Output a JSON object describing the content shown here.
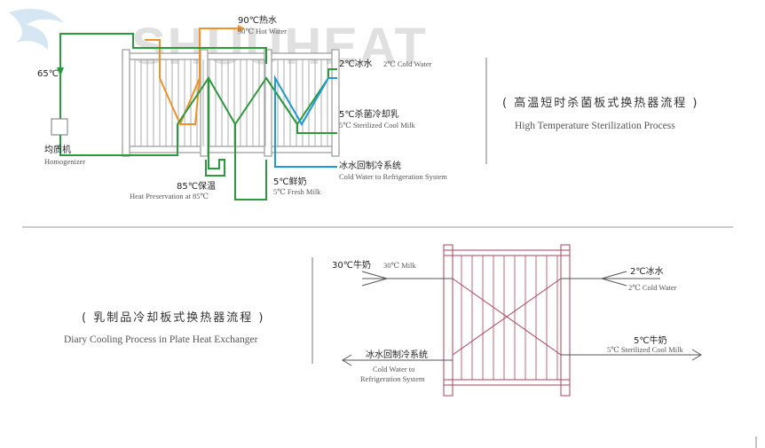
{
  "watermark": {
    "text": "SHUUHEAT"
  },
  "colors": {
    "green": "#2a9a3c",
    "orange": "#f0922a",
    "blue": "#1a9ad8",
    "frame": "#999999",
    "red_frame": "#b0405a",
    "line": "#555555"
  },
  "process1": {
    "title_cn": "( 高温短时杀菌板式换热器流程 )",
    "title_en": "High Temperature Sterilization Process",
    "labels": {
      "t65": "65℃",
      "hot_water_cn": "90℃热水",
      "hot_water_en": "90℃ Hot Water",
      "cold_water_cn": "2℃冰水",
      "cold_water_en": "2℃ Cold Water",
      "sterilized_cn": "5℃杀菌冷却乳",
      "sterilized_en": "5℃ Sterilized Cool Milk",
      "refrig_cn": "冰水回制冷系统",
      "refrig_en": "Cold Water to Refrigeration System",
      "fresh_cn": "5℃鲜奶",
      "fresh_en": "5℃ Fresh Milk",
      "heat_cn": "85℃保温",
      "heat_en": "Heat Preservation at 85℃",
      "homog_cn": "均质机",
      "homog_en": "Homogenizer"
    }
  },
  "process2": {
    "title_cn": "( 乳制品冷却板式换热器流程 )",
    "title_en": "Diary Cooling Process in Plate Heat Exchanger",
    "labels": {
      "milk_in_cn": "30℃牛奶",
      "milk_in_en": "30℃ Milk",
      "cold_water_cn": "2℃冰水",
      "cold_water_en": "2℃ Cold Water",
      "refrig_cn": "冰水回制冷系统",
      "refrig_en1": "Cold Water to",
      "refrig_en2": "Refrigeration System",
      "milk_out_cn": "5℃牛奶",
      "milk_out_en": "5℃ Sterilized Cool Milk"
    }
  }
}
